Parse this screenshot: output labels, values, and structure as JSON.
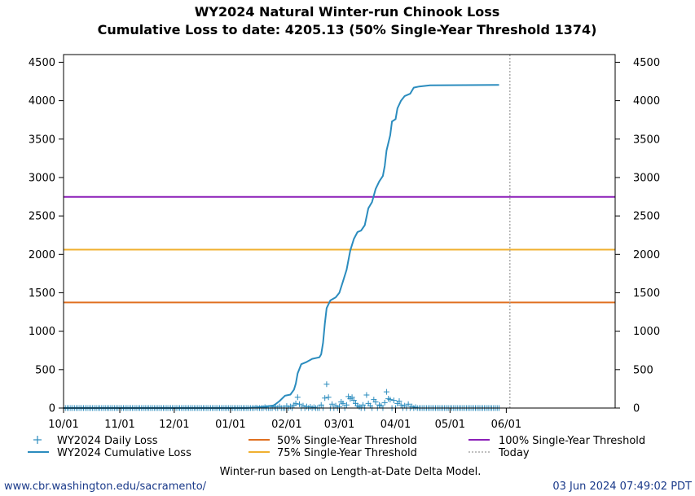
{
  "chart_data": {
    "type": "line",
    "title": "WY2024 Natural Winter-run Chinook Loss",
    "subtitle": "Cumulative Loss to date: 4205.13 (50% Single-Year Threshold 1374)",
    "xlabel": "",
    "ylabel": "",
    "x_range": [
      "2023-10-01",
      "2024-07-31"
    ],
    "ylim": [
      0,
      4600
    ],
    "x_ticks": [
      "10/01",
      "11/01",
      "12/01",
      "01/01",
      "02/01",
      "03/01",
      "04/01",
      "05/01",
      "06/01"
    ],
    "x_tick_dates": [
      "2023-10-01",
      "2023-11-01",
      "2023-12-01",
      "2024-01-01",
      "2024-02-01",
      "2024-03-01",
      "2024-04-01",
      "2024-05-01",
      "2024-06-01"
    ],
    "y_ticks": [
      0,
      500,
      1000,
      1500,
      2000,
      2500,
      3000,
      3500,
      4000,
      4500
    ],
    "y_tick_labels": [
      "0",
      "500",
      "1000",
      "1500",
      "2000",
      "2500",
      "3000",
      "3500",
      "4000",
      "4500"
    ],
    "grid": false,
    "legend_position": "bottom",
    "today": "2024-06-03",
    "series": [
      {
        "name": "WY2024 Cumulative Loss",
        "kind": "line",
        "color": "#2b8cbe",
        "points": [
          [
            "2023-10-01",
            0
          ],
          [
            "2024-01-10",
            0
          ],
          [
            "2024-01-15",
            8
          ],
          [
            "2024-01-20",
            18
          ],
          [
            "2024-01-25",
            35
          ],
          [
            "2024-01-28",
            90
          ],
          [
            "2024-01-31",
            160
          ],
          [
            "2024-02-03",
            175
          ],
          [
            "2024-02-05",
            240
          ],
          [
            "2024-02-06",
            320
          ],
          [
            "2024-02-07",
            450
          ],
          [
            "2024-02-09",
            570
          ],
          [
            "2024-02-12",
            600
          ],
          [
            "2024-02-15",
            640
          ],
          [
            "2024-02-19",
            660
          ],
          [
            "2024-02-20",
            700
          ],
          [
            "2024-02-21",
            850
          ],
          [
            "2024-02-22",
            1100
          ],
          [
            "2024-02-23",
            1300
          ],
          [
            "2024-02-25",
            1400
          ],
          [
            "2024-02-28",
            1440
          ],
          [
            "2024-03-01",
            1500
          ],
          [
            "2024-03-03",
            1650
          ],
          [
            "2024-03-05",
            1800
          ],
          [
            "2024-03-07",
            2050
          ],
          [
            "2024-03-09",
            2200
          ],
          [
            "2024-03-11",
            2290
          ],
          [
            "2024-03-13",
            2310
          ],
          [
            "2024-03-15",
            2380
          ],
          [
            "2024-03-17",
            2600
          ],
          [
            "2024-03-19",
            2680
          ],
          [
            "2024-03-21",
            2850
          ],
          [
            "2024-03-23",
            2950
          ],
          [
            "2024-03-25",
            3020
          ],
          [
            "2024-03-26",
            3150
          ],
          [
            "2024-03-27",
            3350
          ],
          [
            "2024-03-29",
            3550
          ],
          [
            "2024-03-30",
            3730
          ],
          [
            "2024-04-01",
            3760
          ],
          [
            "2024-04-02",
            3900
          ],
          [
            "2024-04-04",
            4000
          ],
          [
            "2024-04-06",
            4060
          ],
          [
            "2024-04-09",
            4090
          ],
          [
            "2024-04-11",
            4170
          ],
          [
            "2024-04-14",
            4185
          ],
          [
            "2024-04-20",
            4200
          ],
          [
            "2024-05-28",
            4205
          ]
        ]
      },
      {
        "name": "WY2024 Daily Loss",
        "kind": "markers",
        "color": "#2b8cbe",
        "points": [
          [
            "2024-01-15",
            5
          ],
          [
            "2024-01-20",
            10
          ],
          [
            "2024-01-25",
            15
          ],
          [
            "2024-01-28",
            20
          ],
          [
            "2024-02-01",
            25
          ],
          [
            "2024-02-03",
            20
          ],
          [
            "2024-02-05",
            40
          ],
          [
            "2024-02-06",
            60
          ],
          [
            "2024-02-07",
            140
          ],
          [
            "2024-02-08",
            50
          ],
          [
            "2024-02-10",
            30
          ],
          [
            "2024-02-12",
            20
          ],
          [
            "2024-02-14",
            15
          ],
          [
            "2024-02-16",
            10
          ],
          [
            "2024-02-20",
            40
          ],
          [
            "2024-02-22",
            130
          ],
          [
            "2024-02-23",
            310
          ],
          [
            "2024-02-24",
            140
          ],
          [
            "2024-02-26",
            50
          ],
          [
            "2024-02-28",
            30
          ],
          [
            "2024-03-01",
            20
          ],
          [
            "2024-03-02",
            80
          ],
          [
            "2024-03-03",
            60
          ],
          [
            "2024-03-05",
            40
          ],
          [
            "2024-03-06",
            150
          ],
          [
            "2024-03-07",
            120
          ],
          [
            "2024-03-08",
            140
          ],
          [
            "2024-03-09",
            100
          ],
          [
            "2024-03-10",
            60
          ],
          [
            "2024-03-11",
            30
          ],
          [
            "2024-03-12",
            15
          ],
          [
            "2024-03-14",
            40
          ],
          [
            "2024-03-16",
            170
          ],
          [
            "2024-03-17",
            60
          ],
          [
            "2024-03-18",
            30
          ],
          [
            "2024-03-20",
            110
          ],
          [
            "2024-03-21",
            80
          ],
          [
            "2024-03-23",
            40
          ],
          [
            "2024-03-24",
            30
          ],
          [
            "2024-03-26",
            70
          ],
          [
            "2024-03-27",
            210
          ],
          [
            "2024-03-28",
            120
          ],
          [
            "2024-03-29",
            110
          ],
          [
            "2024-03-31",
            100
          ],
          [
            "2024-04-02",
            60
          ],
          [
            "2024-04-03",
            90
          ],
          [
            "2024-04-04",
            40
          ],
          [
            "2024-04-06",
            30
          ],
          [
            "2024-04-08",
            50
          ],
          [
            "2024-04-10",
            20
          ],
          [
            "2024-04-12",
            10
          ]
        ]
      },
      {
        "name": "50% Single-Year Threshold",
        "kind": "hline",
        "value": 1374,
        "color": "#e07020"
      },
      {
        "name": "75% Single-Year Threshold",
        "kind": "hline",
        "value": 2061,
        "color": "#f0b030"
      },
      {
        "name": "100% Single-Year Threshold",
        "kind": "hline",
        "value": 2748,
        "color": "#8b1fb8"
      },
      {
        "name": "Today",
        "kind": "vline",
        "value": "2024-06-03",
        "color": "#999999"
      }
    ]
  },
  "legend": {
    "daily": "WY2024 Daily Loss",
    "cumulative": "WY2024 Cumulative Loss",
    "t50": "50% Single-Year Threshold",
    "t75": "75% Single-Year Threshold",
    "t100": "100% Single-Year Threshold",
    "today": "Today"
  },
  "footer": {
    "note": "Winter-run based on Length-at-Date Delta Model.",
    "url": "www.cbr.washington.edu/sacramento/",
    "timestamp": "03 Jun 2024 07:49:02 PDT"
  }
}
